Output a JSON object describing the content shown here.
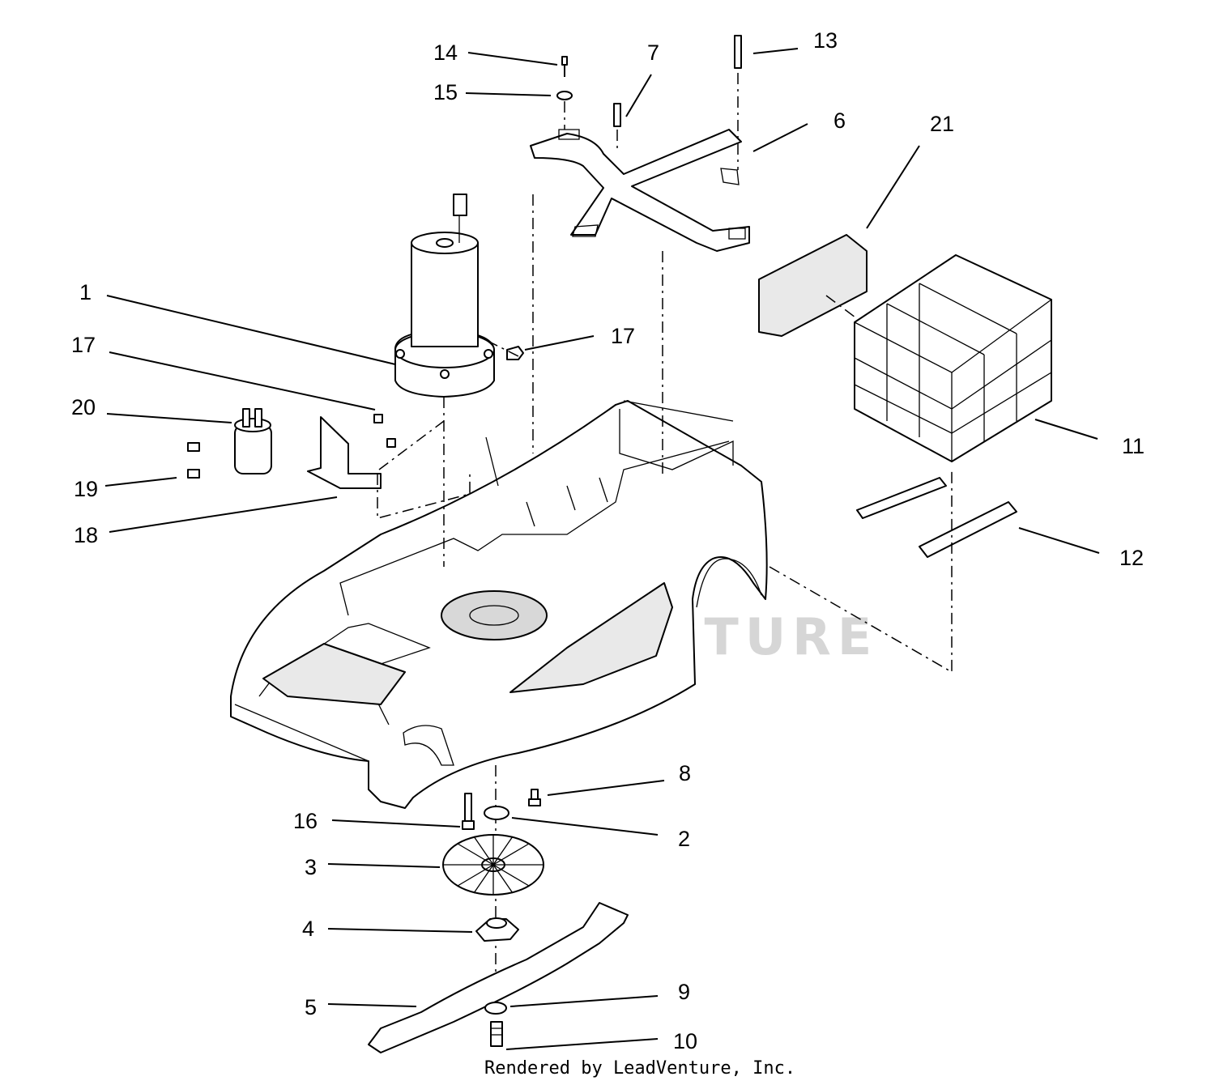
{
  "watermark": "LEADVENTURE",
  "credit": "Rendered by LeadVenture, Inc.",
  "callouts": [
    "14",
    "15",
    "7",
    "13",
    "6",
    "21",
    "1",
    "17",
    "17",
    "20",
    "19",
    "18",
    "11",
    "12",
    "8",
    "16",
    "2",
    "3",
    "4",
    "9",
    "5",
    "10"
  ]
}
